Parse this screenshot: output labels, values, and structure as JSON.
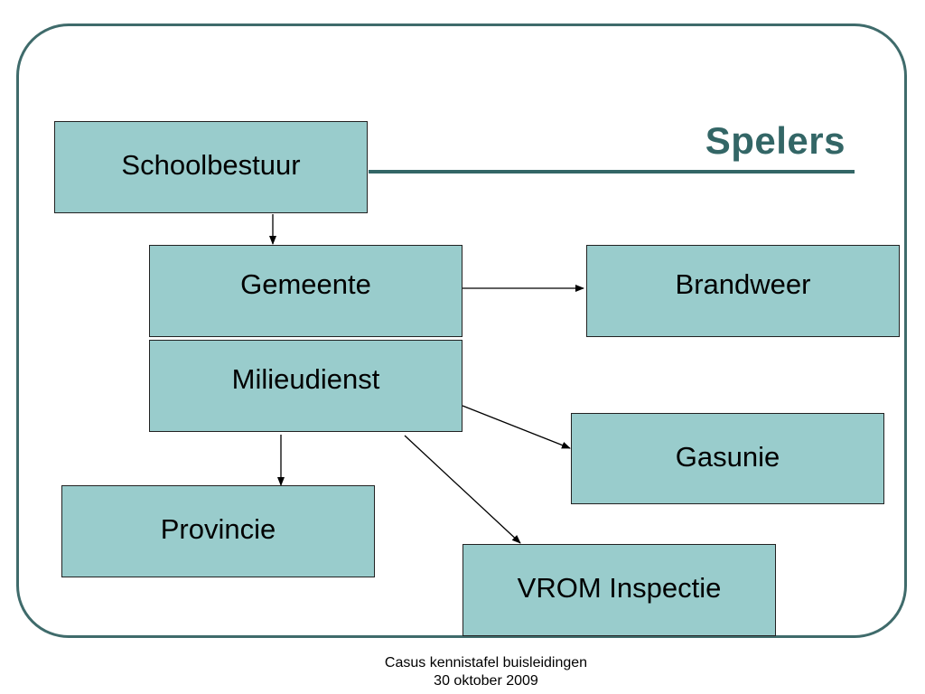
{
  "slide": {
    "title": "Spelers",
    "accent_color": "#336666",
    "box_fill_color": "#99cccc"
  },
  "nodes": {
    "schoolbestuur": "Schoolbestuur",
    "gemeente": "Gemeente",
    "milieudienst": "Milieudienst",
    "brandweer": "Brandweer",
    "gasunie": "Gasunie",
    "provincie": "Provincie",
    "vrom_inspectie": "VROM Inspectie"
  },
  "edges": [
    {
      "from": "schoolbestuur",
      "to": "gemeente"
    },
    {
      "from": "gemeente",
      "to": "brandweer"
    },
    {
      "from": "milieudienst",
      "to": "gasunie"
    },
    {
      "from": "milieudienst",
      "to": "provincie"
    },
    {
      "from": "milieudienst",
      "to": "vrom_inspectie"
    }
  ],
  "footer": {
    "line1": "Casus kennistafel buisleidingen",
    "line2": "30 oktober 2009"
  }
}
